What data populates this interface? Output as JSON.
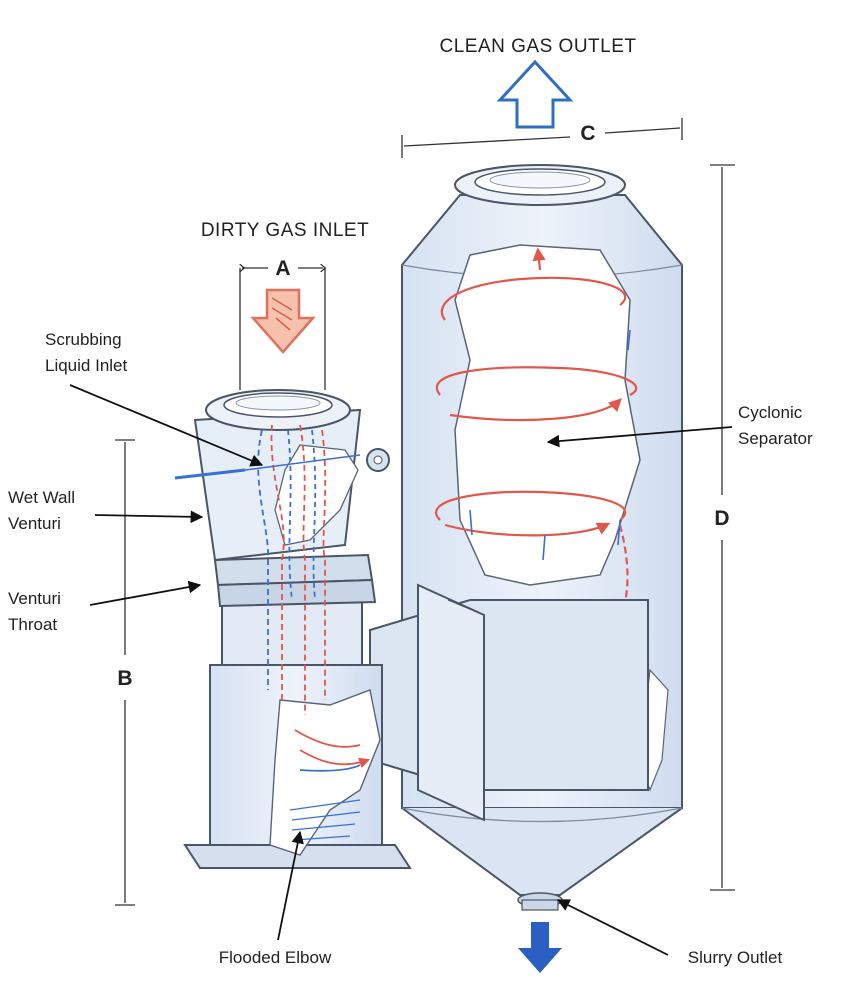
{
  "labels": {
    "clean_gas_outlet": "CLEAN GAS OUTLET",
    "dirty_gas_inlet": "DIRTY GAS INLET",
    "scrubbing_liquid_inlet": [
      "Scrubbing",
      "Liquid Inlet"
    ],
    "wet_wall_venturi": [
      "Wet Wall",
      "Venturi"
    ],
    "venturi_throat": [
      "Venturi",
      "Throat"
    ],
    "cyclonic_separator": [
      "Cyclonic",
      "Separator"
    ],
    "flooded_elbow": "Flooded Elbow",
    "slurry_outlet": "Slurry Outlet"
  },
  "dimensions": {
    "a": "A",
    "b": "B",
    "c": "C",
    "d": "D"
  },
  "colors": {
    "vessel_fill": "#e4ecf7",
    "vessel_stroke": "#4a5568",
    "swirl_red": "#e2574c",
    "flow_blue": "#3a6fd8",
    "inlet_arrow": "#f2a58a",
    "outlet_arrow": "#2f6fc0",
    "slurry_arrow": "#2c5fc4"
  }
}
